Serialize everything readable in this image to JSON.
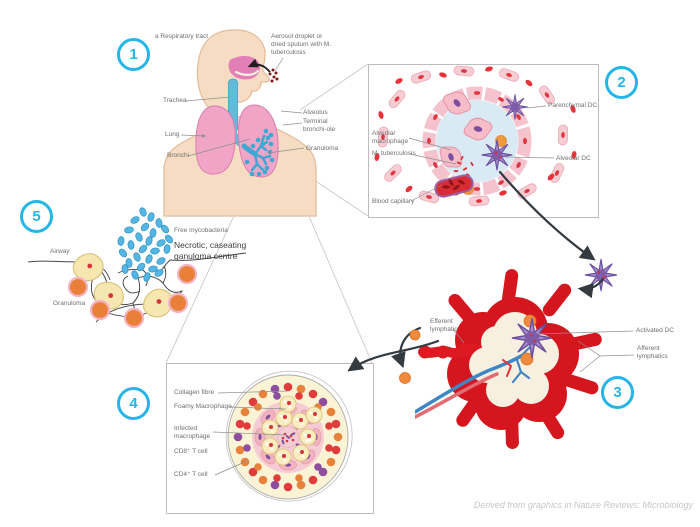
{
  "badges": {
    "step1": "1",
    "step2": "2",
    "step3": "3",
    "step4": "4",
    "step5": "5"
  },
  "panel1": {
    "section_label": "a Respiratory tract",
    "aerosol": "Aerosol droplet or dried sputum with M. tuberculosis",
    "trachea": "Trachea",
    "lung": "Lung",
    "bronchi": "Bronchi",
    "alveolus": "Alveolus",
    "terminal_bronchiole": "Terminal bronchi-ole",
    "granuloma": "Granuloma"
  },
  "panel2": {
    "parenchymal_dc": "Parenchymal DC",
    "alveolar_macrophage": "Alveolar macrophage",
    "m_tuberculosis": "M. tuberculosis",
    "alveolar_dc": "Alveolar DC",
    "blood_capillary": "Blood capillary"
  },
  "panel3": {
    "efferent_lymphatic": "Efferent lymphatic",
    "activated_dc": "Activated DC",
    "afferent_lymphatics": "Afferent lymphatics"
  },
  "panel4": {
    "collagen_fibre": "Collagen fibre",
    "foamy_macrophage": "Foamy Macrophage",
    "infected_macrophage": "Infected macrophage",
    "cd8_t_cell": "CD8⁺ T cell",
    "cd4_t_cell": "CD4⁺ T cell"
  },
  "panel5": {
    "free_mycobacteria": "Free mycobacteria",
    "necrotic_centre": "Necrotic, caseating ganuloma centre",
    "airway": "Airway",
    "granuloma": "Granuloma"
  },
  "credit": "Derived from graphics in Nature Reviews: Microbiology",
  "colors": {
    "accent_cyan": "#25b5e8",
    "lymph_node_red": "#d5161f",
    "mycobacteria_blue": "#55b5e3",
    "dendritic_cell_purple": "#a78fc9",
    "t_cell_orange": "#ef8b3c"
  }
}
